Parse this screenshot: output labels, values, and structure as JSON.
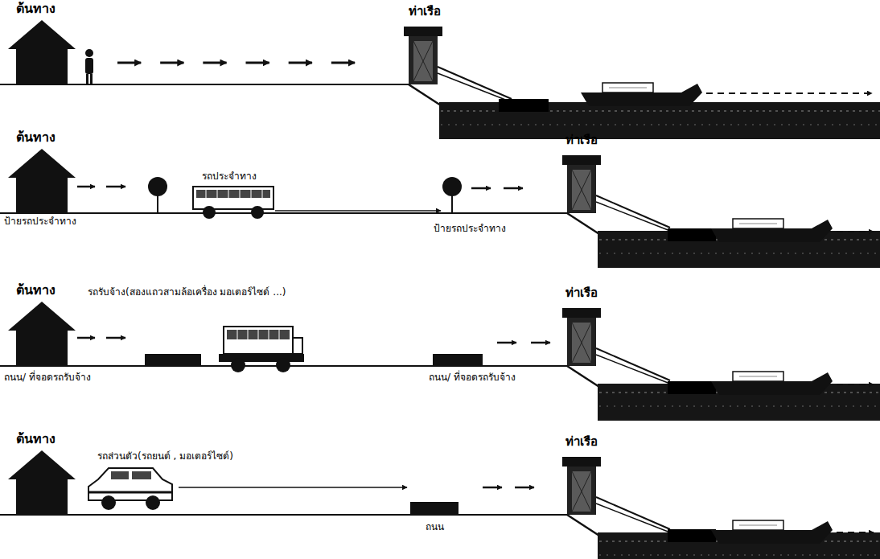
{
  "diagram": {
    "nodes": [
      {
        "text": [
          "ต้นทาง"
        ]
      },
      {
        "text": [
          "ท่าเรือ"
        ]
      },
      {
        "text": [
          "ต้นทาง"
        ]
      },
      {
        "text": [
          "ท่าเรือ"
        ]
      },
      {
        "text": [
          "ต้นทาง"
        ]
      },
      {
        "text": [
          "ท่าเรือ"
        ]
      },
      {
        "text": [
          "ต้นทาง"
        ]
      },
      {
        "text": [
          "ท่าเรือ"
        ]
      }
    ],
    "edges": [
      {
        "from": 0,
        "to": 1,
        "arrow": "to"
      }
    ],
    "labels": [
      "รถประจำทาง",
      "ป้ายรถประจำทาง",
      "ป้ายรถประจำทาง",
      "รถรับจ้าง(สองแถวสามล้อเครื่อง มอเตอร์ไซด์ ...)",
      "ถนน/ ที่จอดรถรับจ้าง",
      "ถนน/ ที่จอดรถรับจ้าง",
      "รถส่วนตัว(รถยนต์ , มอเตอร์ไซด์)",
      "ถนน"
    ]
  }
}
